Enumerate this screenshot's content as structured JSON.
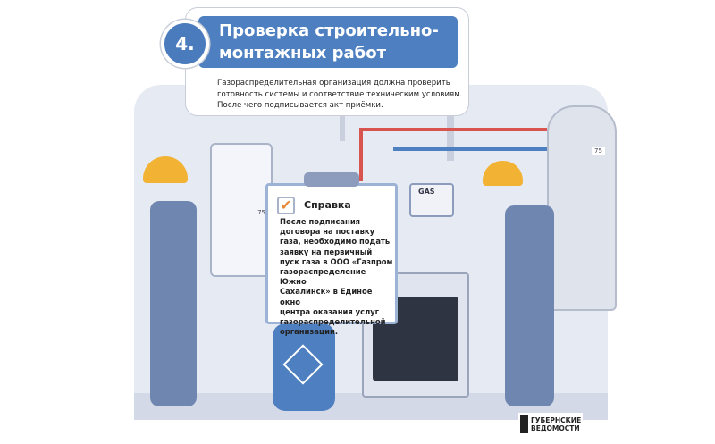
{
  "header": {
    "step_number": "4.",
    "title_lines": [
      "Проверка строительно-",
      "монтажных работ"
    ],
    "description_lines": [
      "Газораспределительная организация должна проверить",
      "готовность системы и соответствие техническим условиям.",
      "После чего подписывается акт приёмки."
    ]
  },
  "note": {
    "heading": "Справка",
    "check_icon": "✔",
    "body_lines": [
      "После подписания",
      "договора на поставку",
      "газа, необходимо подать",
      "заявку на первичный",
      "пуск газа в ООО «Газпром",
      "газораспределение Южно",
      "Сахалинск» в Единое окно",
      "центра оказания услуг",
      "газораспределительной",
      "организации."
    ]
  },
  "illustration": {
    "meter_label": "GAS",
    "boiler_display": "75",
    "heater_display": "75"
  },
  "logo": {
    "lines": [
      "ГУБЕРНСКИЕ",
      "ВЕДОМОСТИ"
    ]
  },
  "colors": {
    "accent": "#4d7fc1",
    "checkmark": "#e8893a",
    "overalls": "#6f87b0",
    "helmet": "#f2b233"
  }
}
